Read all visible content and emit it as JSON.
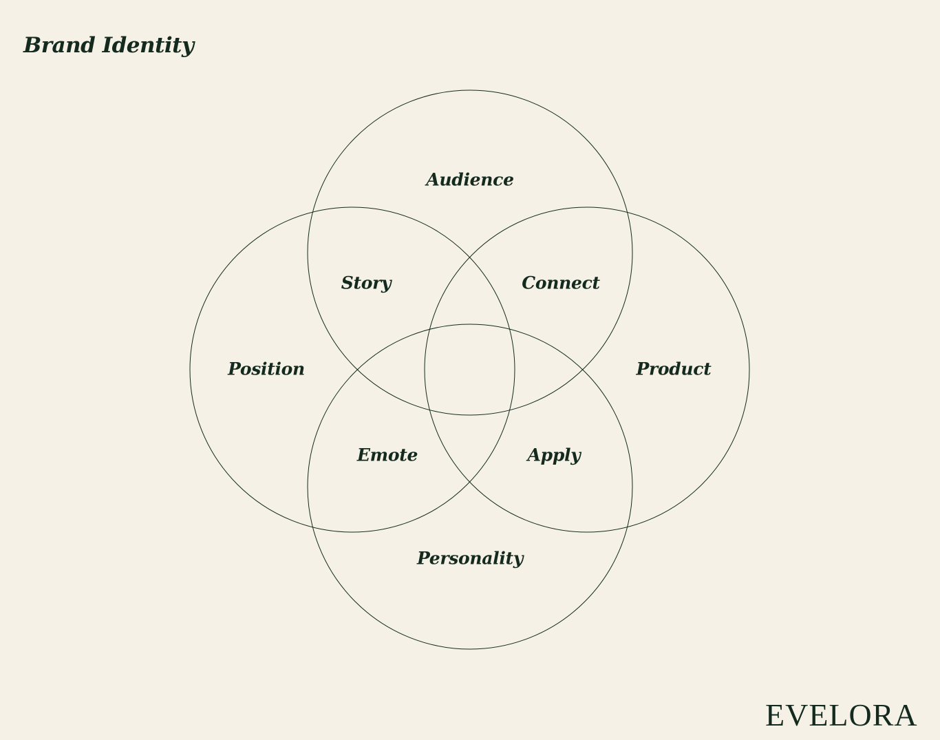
{
  "title": "Brand Identity",
  "circles": [
    "Audience",
    "Position",
    "Product",
    "Personality"
  ],
  "labels": {
    "audience": "Audience",
    "story": "Story",
    "connect": "Connect",
    "position": "Position",
    "product": "Product",
    "emote": "Emote",
    "apply": "Apply",
    "personality": "Personality"
  },
  "logo": "EVELORA",
  "colors": {
    "background": "#f5f1e6",
    "ink": "#142a1e"
  }
}
